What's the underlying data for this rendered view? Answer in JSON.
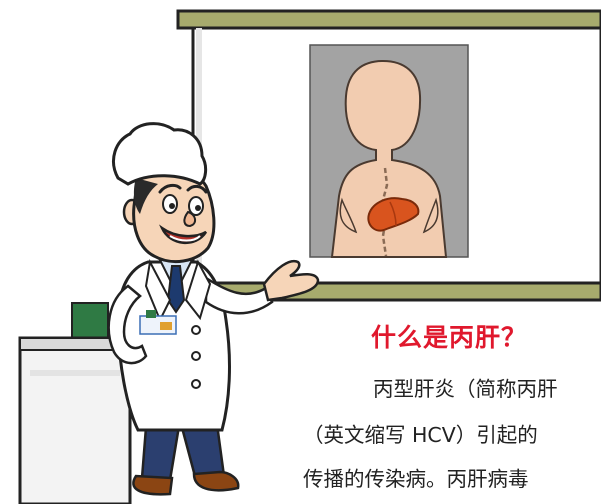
{
  "heading": "什么是丙肝？",
  "body_lines": [
    "丙型肝炎（简称丙肝",
    "（英文缩写 HCV）引起的",
    "传播的传染病。丙肝病毒"
  ],
  "colors": {
    "heading": "#e0182d",
    "board_frame": "#8a8f55",
    "board_panel": "#a3a3a3",
    "body_figure": "#f2ccb0",
    "liver": "#d9541e",
    "coat": "#ffffff",
    "tie": "#1d3a6e",
    "pants": "#2b3f6f",
    "shoe": "#8b4513"
  },
  "icons": [
    "doctor-illustration",
    "chef-hat-icon",
    "body-silhouette",
    "liver-icon",
    "id-badge-icon",
    "side-table-icon"
  ]
}
